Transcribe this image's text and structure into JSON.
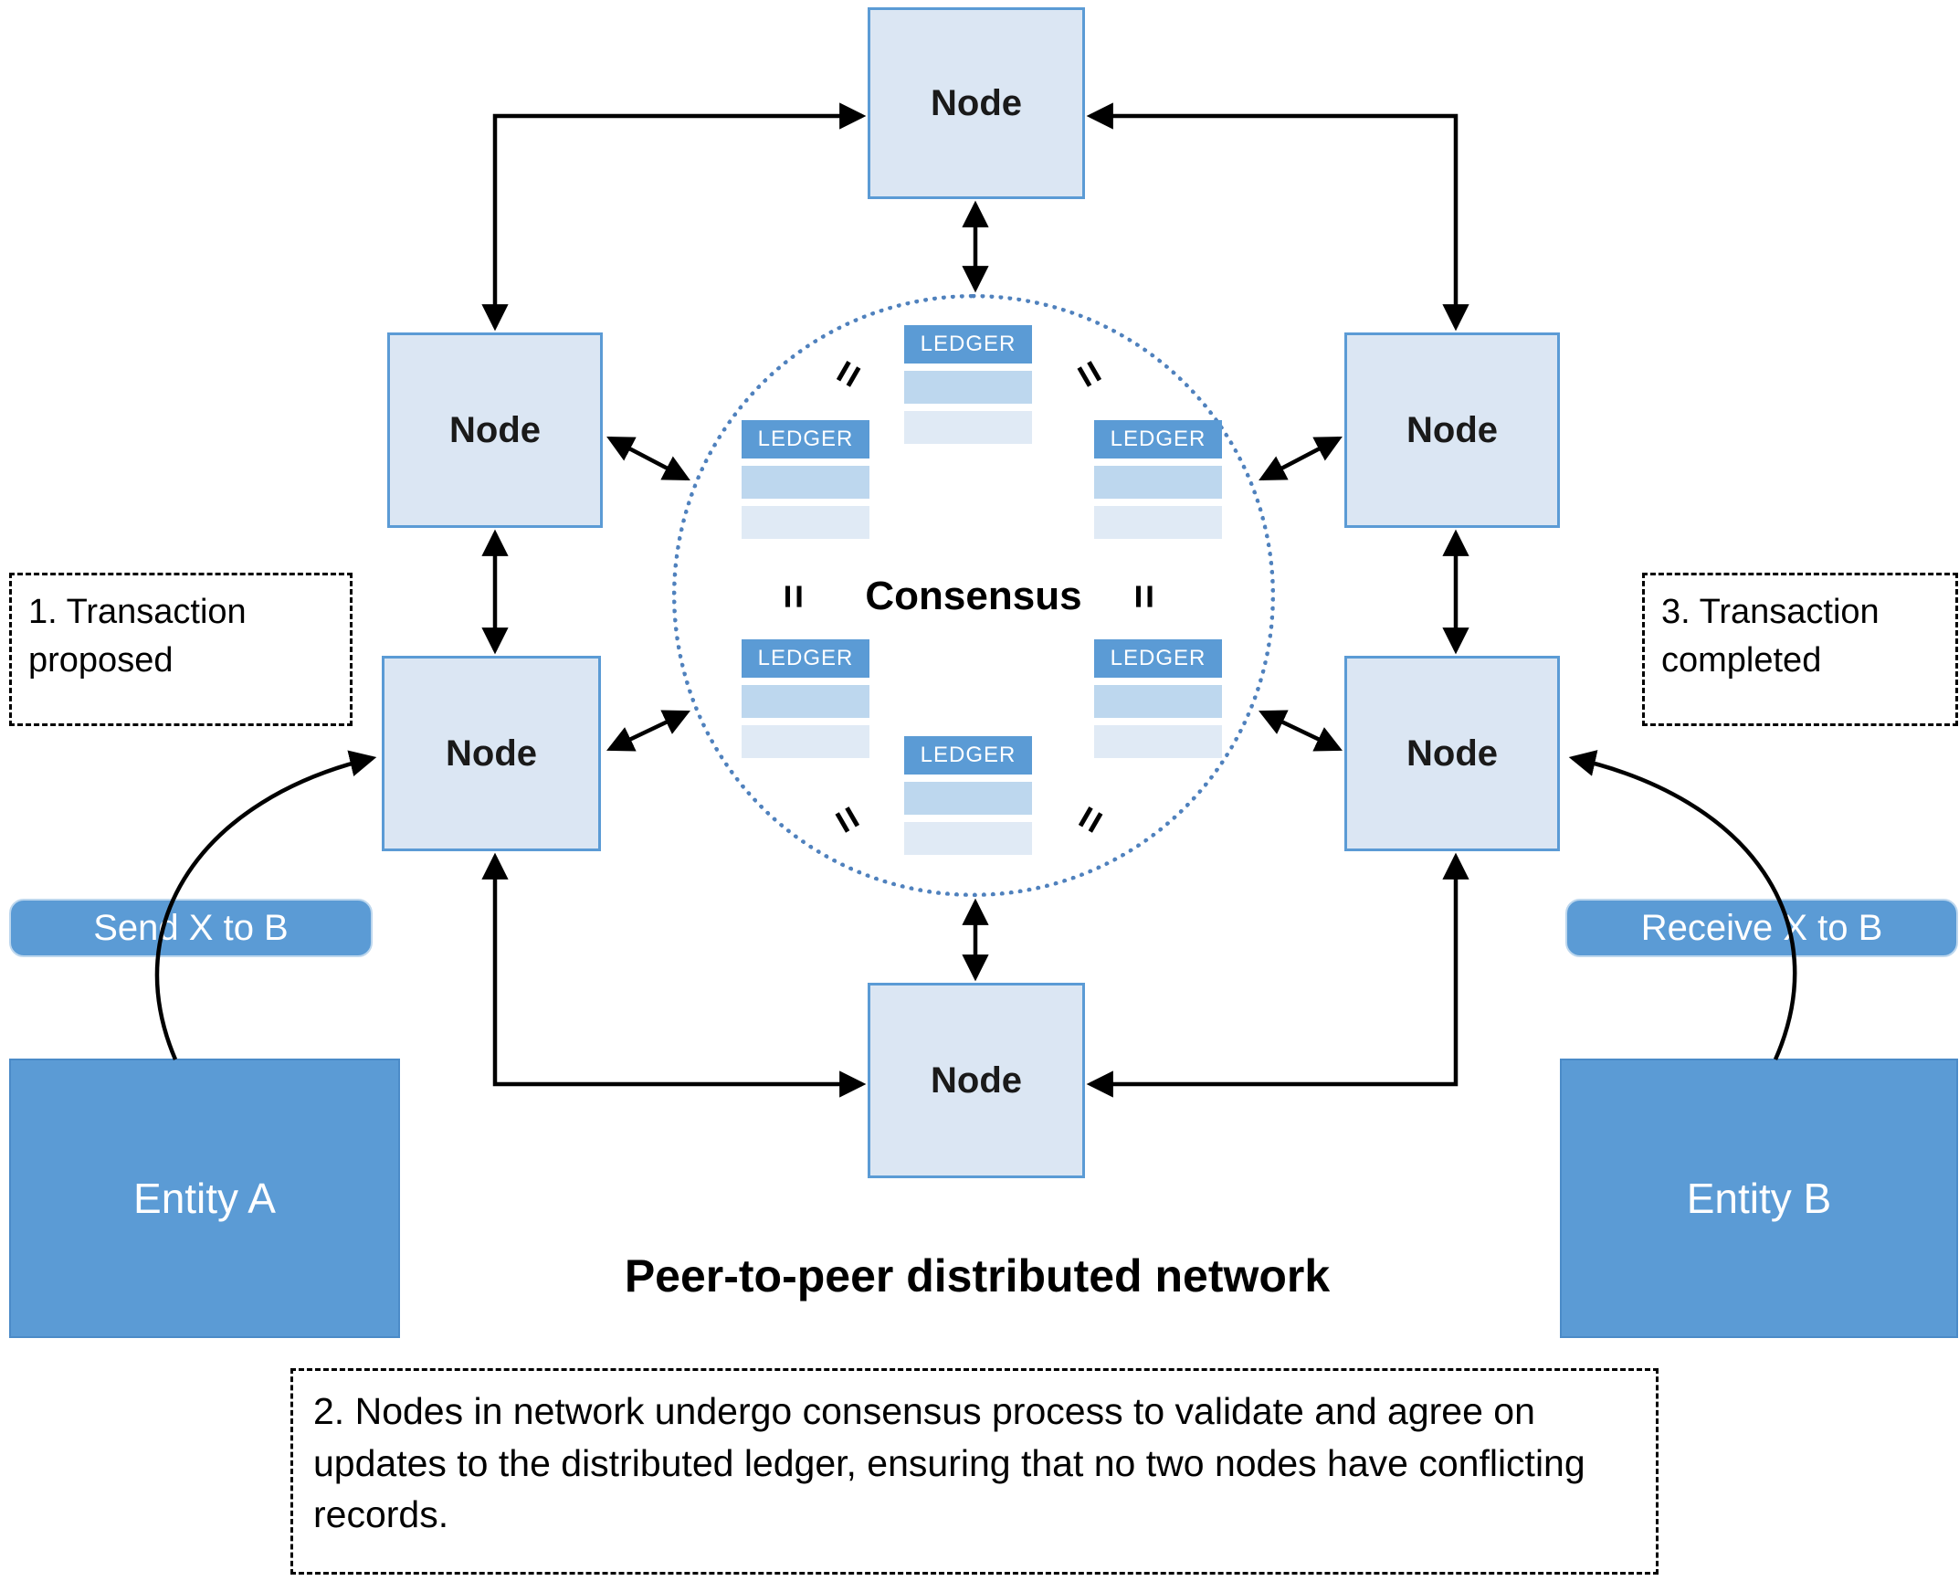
{
  "title": "Peer-to-peer distributed network",
  "node_label": "Node",
  "consensus": {
    "label": "Consensus",
    "ledger_label": "LEDGER",
    "equals": "="
  },
  "callouts": {
    "step1": "1. Transaction proposed",
    "step2": "2. Nodes in network undergo consensus process to validate and agree on updates to the distributed ledger, ensuring that no two nodes have conflicting records.",
    "step3": "3. Transaction completed"
  },
  "entities": {
    "a": {
      "name": "Entity A",
      "action": "Send X to B"
    },
    "b": {
      "name": "Entity B",
      "action": "Receive X to B"
    }
  },
  "colors": {
    "node_fill": "#dbe6f3",
    "node_border": "#5b9bd5",
    "accent_blue": "#5b9bd5",
    "ledger_row_medium": "#bdd7ee",
    "ledger_row_light": "#e0eaf5",
    "dotted_circle": "#4f81bd",
    "arrow": "#000000",
    "text_on_blue": "#ffffff"
  }
}
